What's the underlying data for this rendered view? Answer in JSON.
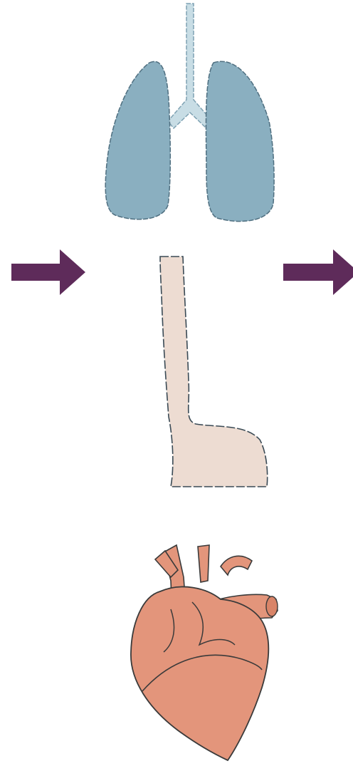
{
  "diagram": {
    "organs": [
      {
        "id": "lungs",
        "name": "lungs-icon",
        "color": "#8aafc0",
        "trachea_color": "#c8dde5"
      },
      {
        "id": "esophagus",
        "name": "esophagus-icon",
        "color": "#eddcd2"
      },
      {
        "id": "heart",
        "name": "heart-icon",
        "color": "#e3957b"
      }
    ],
    "arrows": [
      {
        "id": "left",
        "name": "arrow-right-left-icon",
        "color": "#5e2b5a"
      },
      {
        "id": "right",
        "name": "arrow-right-right-icon",
        "color": "#5e2b5a"
      }
    ],
    "outline_color": "#3a4a55"
  }
}
